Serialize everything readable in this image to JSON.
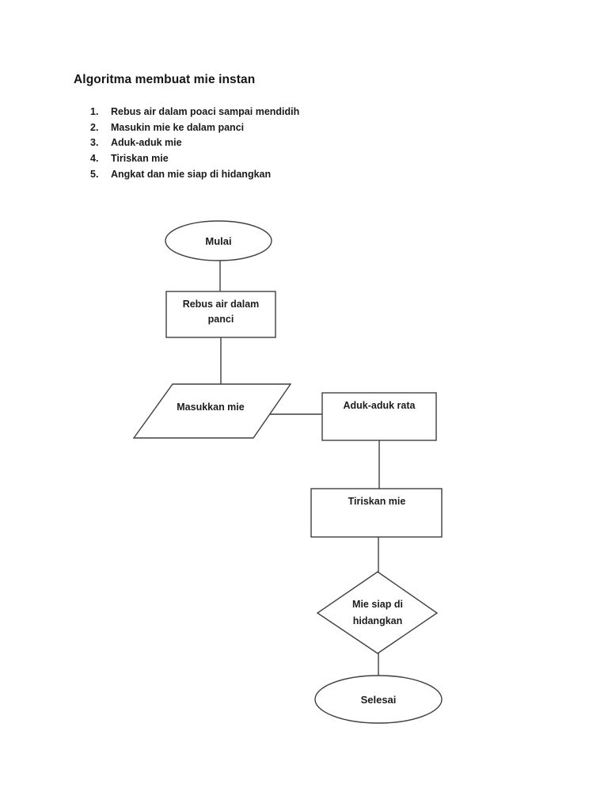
{
  "document": {
    "title": "Algoritma membuat mie instan",
    "steps": [
      {
        "num": "1.",
        "text": "Rebus air dalam poaci sampai mendidih"
      },
      {
        "num": "2.",
        "text": "Masukin mie ke dalam panci"
      },
      {
        "num": "3.",
        "text": "Aduk-aduk mie"
      },
      {
        "num": "4.",
        "text": "Tiriskan mie"
      },
      {
        "num": "5.",
        "text": "Angkat dan mie siap di hidangkan"
      }
    ]
  },
  "flowchart": {
    "start_label": "Mulai",
    "process1_line1": "Rebus air dalam",
    "process1_line2": "panci",
    "input_label": "Masukkan mie",
    "process2_label": "Aduk-aduk rata",
    "process3_label": "Tiriskan mie",
    "decision_line1": "Mie siap di",
    "decision_line2": "hidangkan",
    "end_label": "Selesai"
  },
  "colors": {
    "background": "#ffffff",
    "stroke": "#3f3f3f",
    "text": "#1c1c1c"
  }
}
